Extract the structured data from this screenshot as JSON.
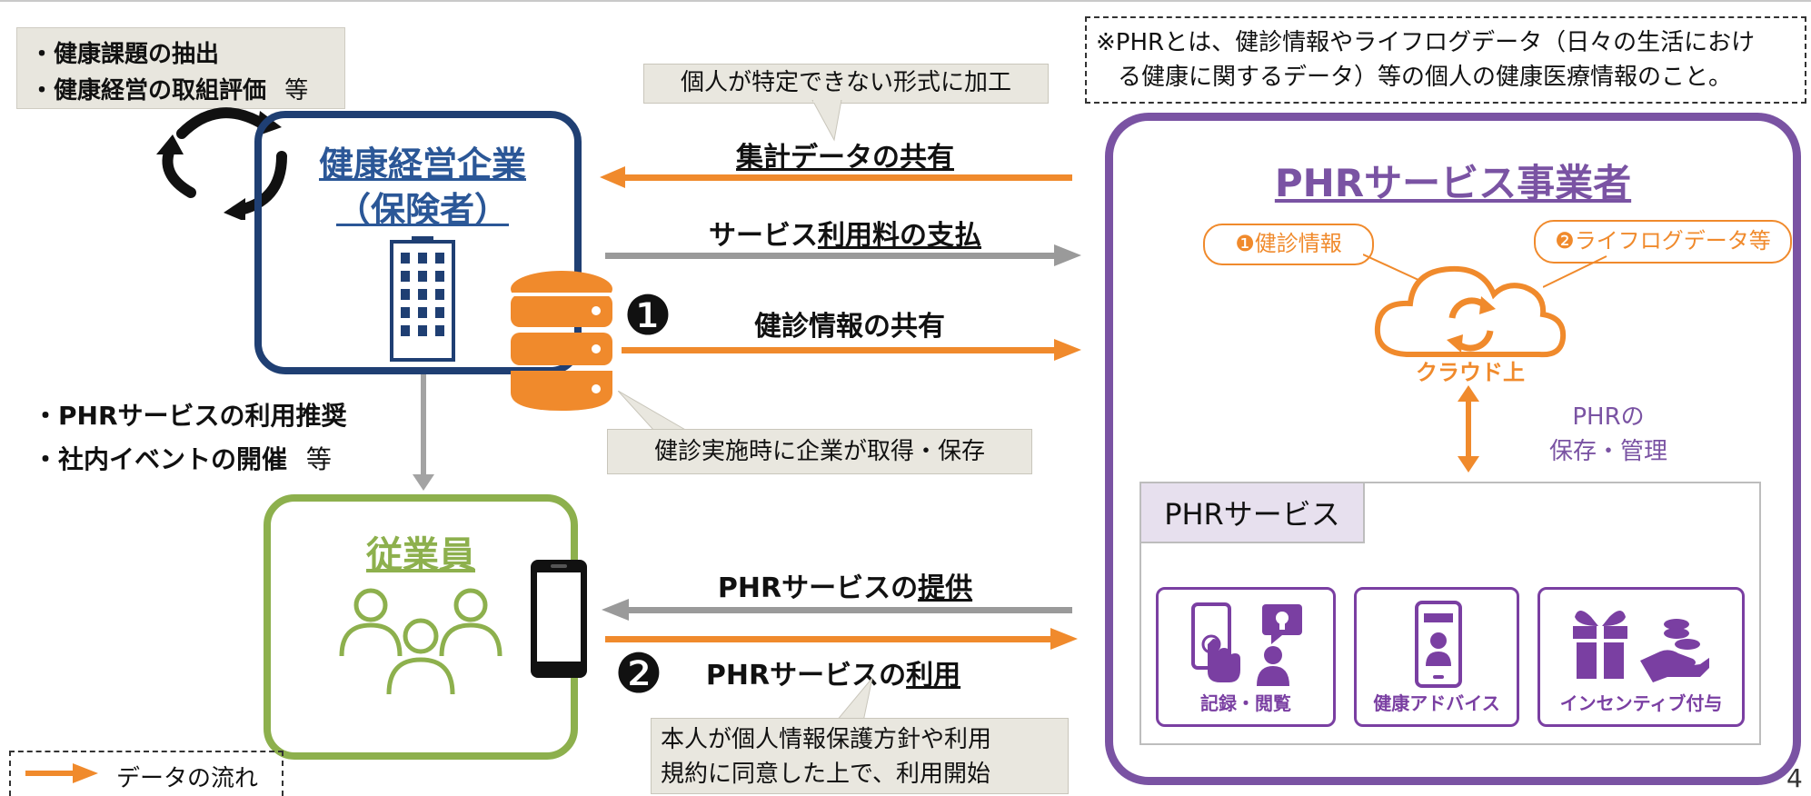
{
  "top_left_notes": {
    "line1": "・健康課題の抽出",
    "line2_bold": "・健康経営の取組評価",
    "line2_suffix": "等"
  },
  "company": {
    "title_line1": "健康経営企業",
    "title_line2": "（保険者）"
  },
  "middle_notes": {
    "line1": "・PHRサービスの利用推奨",
    "line2_bold": "・社内イベントの開催",
    "line2_suffix": "等"
  },
  "employee": {
    "title": "従業員"
  },
  "flows": {
    "anonymize_callout": "個人が特定できない形式に加工",
    "aggregate_prefix": "",
    "aggregate_label": "集計データの共有",
    "fee_prefix": "サービス",
    "fee_label": "利用料の支払",
    "health_check_number": "❶",
    "health_check_label": "健診情報の共有",
    "storage_callout": "健診実施時に企業が取得・保存",
    "provide_prefix": "PHRサービスの",
    "provide_label": "提供",
    "use_number": "❷",
    "use_prefix": "PHRサービスの",
    "use_label": "利用",
    "consent_callout_line1": "本人が個人情報保護方針や利用",
    "consent_callout_line2": "規約に同意した上で、利用開始"
  },
  "definition_note": {
    "line1": "※PHRとは、健診情報やライフログデータ（日々の生活におけ",
    "line2": "る健康に関するデータ）等の個人の健康医療情報のこと。"
  },
  "provider": {
    "title": "PHRサービス事業者",
    "bubble1": "❶健診情報",
    "bubble2": "❷ライフログデータ等",
    "cloud_label": "クラウド上",
    "storage_line1": "PHRの",
    "storage_line2": "保存・管理",
    "service_tab": "PHRサービス",
    "card1": "記録・閲覧",
    "card2": "健康アドバイス",
    "card3": "インセンティブ付与"
  },
  "legend": {
    "label": "データの流れ"
  },
  "page_number": "4",
  "colors": {
    "orange": "#f08a2c",
    "navy": "#1f3f73",
    "green": "#8db04d",
    "purple": "#7a53a3",
    "gray": "#8c8c8c"
  }
}
